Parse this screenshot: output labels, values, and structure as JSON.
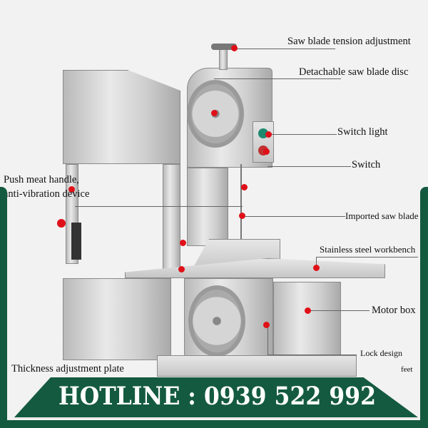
{
  "labels": {
    "tension": "Saw blade tension adjustment",
    "disc": "Detachable saw blade disc",
    "switch_light": "Switch light",
    "switch": "Switch",
    "push_handle_1": "Push meat handle,",
    "push_handle_2": "anti-vibration device",
    "saw_blade": "Imported saw blade",
    "workbench": "Stainless steel workbench",
    "motor_box": "Motor box",
    "lock": "Lock design",
    "thickness": "Thickness adjustment plate",
    "feet": "feet"
  },
  "banner": {
    "hotline": "HOTLINE : 0939 522 992"
  },
  "colors": {
    "frame_green": "#145a40",
    "callout_dot": "#e01018",
    "banner_text": "#ffffff"
  }
}
